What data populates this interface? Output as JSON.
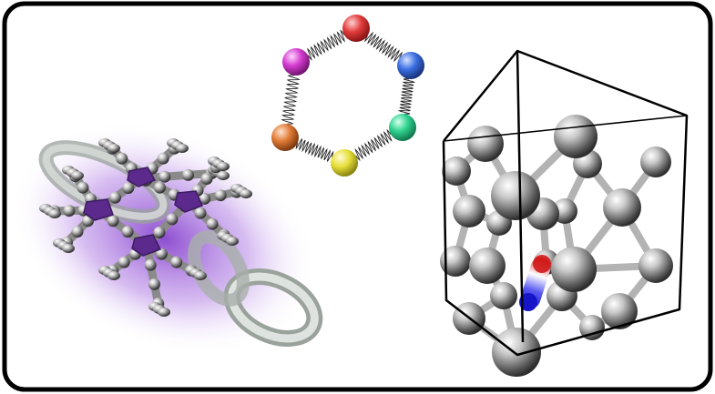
{
  "figure": {
    "panels": [
      {
        "name": "molecular-cage-with-ring",
        "description_icon": "mof-structure-icon"
      },
      {
        "name": "spring-bead-hexagon",
        "description_icon": "coarse-grain-ring-icon"
      },
      {
        "name": "crystal-lattice-in-cell",
        "description_icon": "crystal-unit-cell-icon"
      }
    ],
    "colors": {
      "frame": "#000000",
      "background": "#ffffff",
      "purple_glow": "#8a3fd1",
      "metal_node": "#5b2a8c",
      "gray_atom": "#8c8c8c",
      "ring": "#b8bfb9",
      "bead_red": "#e23b3b",
      "bead_blue": "#3b6fe2",
      "bead_green": "#2fd28f",
      "bead_yellow": "#e8e03a",
      "bead_orange": "#e07a34",
      "bead_magenta": "#d43bd0",
      "probe_red": "#d01818",
      "probe_blue": "#1616c8"
    }
  }
}
